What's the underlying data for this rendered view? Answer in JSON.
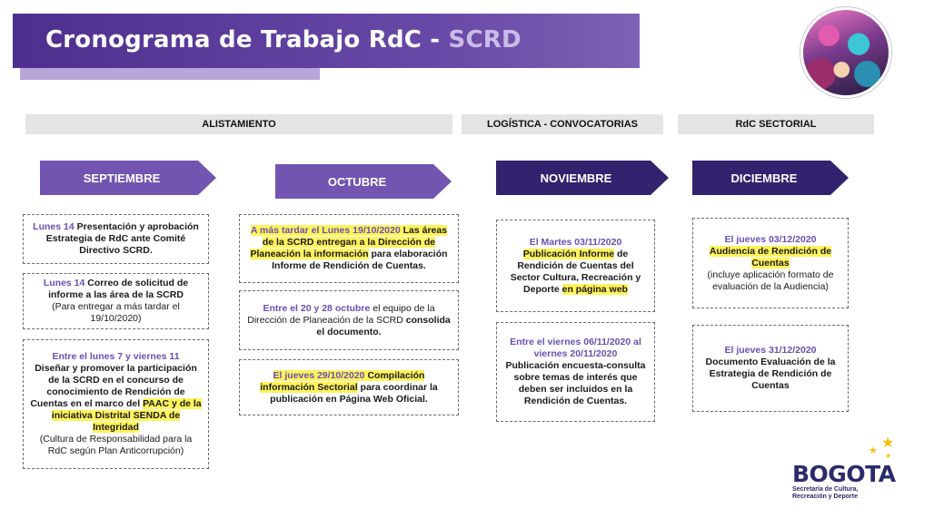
{
  "slide": {
    "title_main": "Cronograma de Trabajo RdC - ",
    "title_accent": "SCRD"
  },
  "phases": [
    {
      "label": "ALISTAMIENTO"
    },
    {
      "label": "LOGÍSTICA - CONVOCATORIAS"
    },
    {
      "label": "RdC SECTORIAL"
    }
  ],
  "months": [
    {
      "label": "SEPTIEMBRE"
    },
    {
      "label": "OCTUBRE"
    },
    {
      "label": "NOVIEMBRE"
    },
    {
      "label": "DICIEMBRE"
    }
  ],
  "cards": {
    "sep1": {
      "date": "Lunes 14",
      "text": " Presentación y aprobación Estrategia de RdC ante Comité Directivo SCRD."
    },
    "sep2": {
      "date": "Lunes 14",
      "text": " Correo de solicitud de informe a las área de la SCRD",
      "note": "(Para entregar a más tardar el 19/10/2020)"
    },
    "sep3": {
      "date": "Entre el lunes 7 y viernes 11",
      "text": "Diseñar y promover la participación de la SCRD en el concurso de conocimiento de Rendición de Cuentas en el marco del ",
      "highlight": "PAAC y de la iniciativa Distrital SENDA de Integridad",
      "note": "(Cultura de Responsabilidad para la RdC según Plan Anticorrupción)"
    },
    "oct1": {
      "date_hl": "A más tardar el Lunes 19/10/2020",
      "text_hl": " Las áreas de la SCRD entregan a la Dirección de Planeación la  información",
      "text": " para elaboración Informe de Rendición de Cuentas."
    },
    "oct2": {
      "date": "Entre el 20 y 28 octubre",
      "text": " el equipo de la Dirección de Planeación de la SCRD ",
      "bold": "consolida el documento."
    },
    "oct3": {
      "pre_hl": "El ",
      "date_hl": "jueves 29/10/2020",
      "text_hl": " Compilación información Sectorial",
      "text": " para coordinar la publicación en Página Web Oficial."
    },
    "nov1": {
      "date": "El Martes 03/11/2020",
      "bold_hl": "Publicación Informe",
      "text": " de Rendición de Cuentas del Sector Cultura, Recreación y Deporte ",
      "end_hl": "en página web"
    },
    "nov2": {
      "date": "Entre el viernes 06/11/2020 al viernes 20/11/2020",
      "text": "Publicación encuesta-consulta sobre temas de interés que deben ser incluidos en la Rendición de Cuentas."
    },
    "dec1": {
      "date": "El jueves 03/12/2020",
      "bold_hl": "Audiencia de Rendición de Cuentas",
      "note": "(incluye aplicación formato de evaluación de la Audiencia)"
    },
    "dec2": {
      "date": "El jueves 31/12/2020",
      "text": "Documento Evaluación de la Estrategia de Rendición de Cuentas"
    }
  },
  "logo": {
    "word": "BOGOTA",
    "line1": "Secretaría de Cultura,",
    "line2": "Recreación y Deporte"
  },
  "colors": {
    "title_bar": "#5c3f9a",
    "arrow_light": "#7155b0",
    "arrow_dark": "#33226e",
    "date_text": "#6a4fb3",
    "highlight": "#fff35c"
  }
}
